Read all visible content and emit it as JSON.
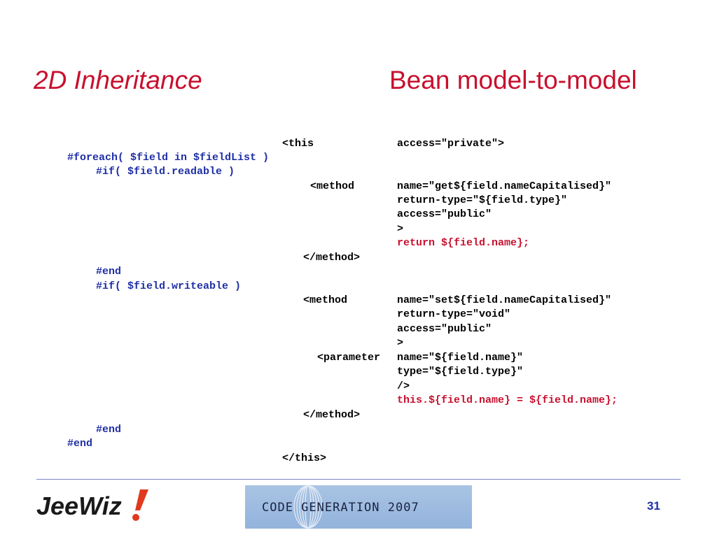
{
  "slide": {
    "title_left": "2D Inheritance",
    "title_right": "Bean model-to-model",
    "page_number": "31"
  },
  "code": [
    {
      "text": "<this",
      "color": "black"
    },
    {
      "text": "access=\"private\">",
      "color": "black"
    },
    {
      "text": "#foreach( $field in $fieldList )",
      "color": "blue"
    },
    {
      "text": "#if( $field.readable )",
      "color": "blue"
    },
    {
      "text": "<method",
      "color": "black"
    },
    {
      "text": "name=\"get${field.nameCapitalised}\"",
      "color": "black"
    },
    {
      "text": "return-type=\"${field.type}\"",
      "color": "black"
    },
    {
      "text": "access=\"public\"",
      "color": "black"
    },
    {
      "text": ">",
      "color": "black"
    },
    {
      "text": "return ${field.name};",
      "color": "red"
    },
    {
      "text": "</method>",
      "color": "black"
    },
    {
      "text": "#end",
      "color": "blue"
    },
    {
      "text": "#if( $field.writeable )",
      "color": "blue"
    },
    {
      "text": "<method",
      "color": "black"
    },
    {
      "text": "name=\"set${field.nameCapitalised}\"",
      "color": "black"
    },
    {
      "text": "return-type=\"void\"",
      "color": "black"
    },
    {
      "text": "access=\"public\"",
      "color": "black"
    },
    {
      "text": ">",
      "color": "black"
    },
    {
      "text": "<parameter",
      "color": "black"
    },
    {
      "text": "name=\"${field.name}\"",
      "color": "black"
    },
    {
      "text": "type=\"${field.type}\"",
      "color": "black"
    },
    {
      "text": "/>",
      "color": "black"
    },
    {
      "text": "this.${field.name} = ${field.name};",
      "color": "red"
    },
    {
      "text": "</method>",
      "color": "black"
    },
    {
      "text": "#end",
      "color": "blue"
    },
    {
      "text": "#end",
      "color": "blue"
    },
    {
      "text": "</this>",
      "color": "black"
    }
  ],
  "footer": {
    "logo_text": "JeeWiz!",
    "banner_text": "CODE GENERATION 2007"
  },
  "colors": {
    "title": "#c8102e",
    "keyword_blue": "#1f2fa6",
    "code_red": "#c8102e",
    "divider": "#7f86c8",
    "banner_bg": "#a9c4e4"
  }
}
